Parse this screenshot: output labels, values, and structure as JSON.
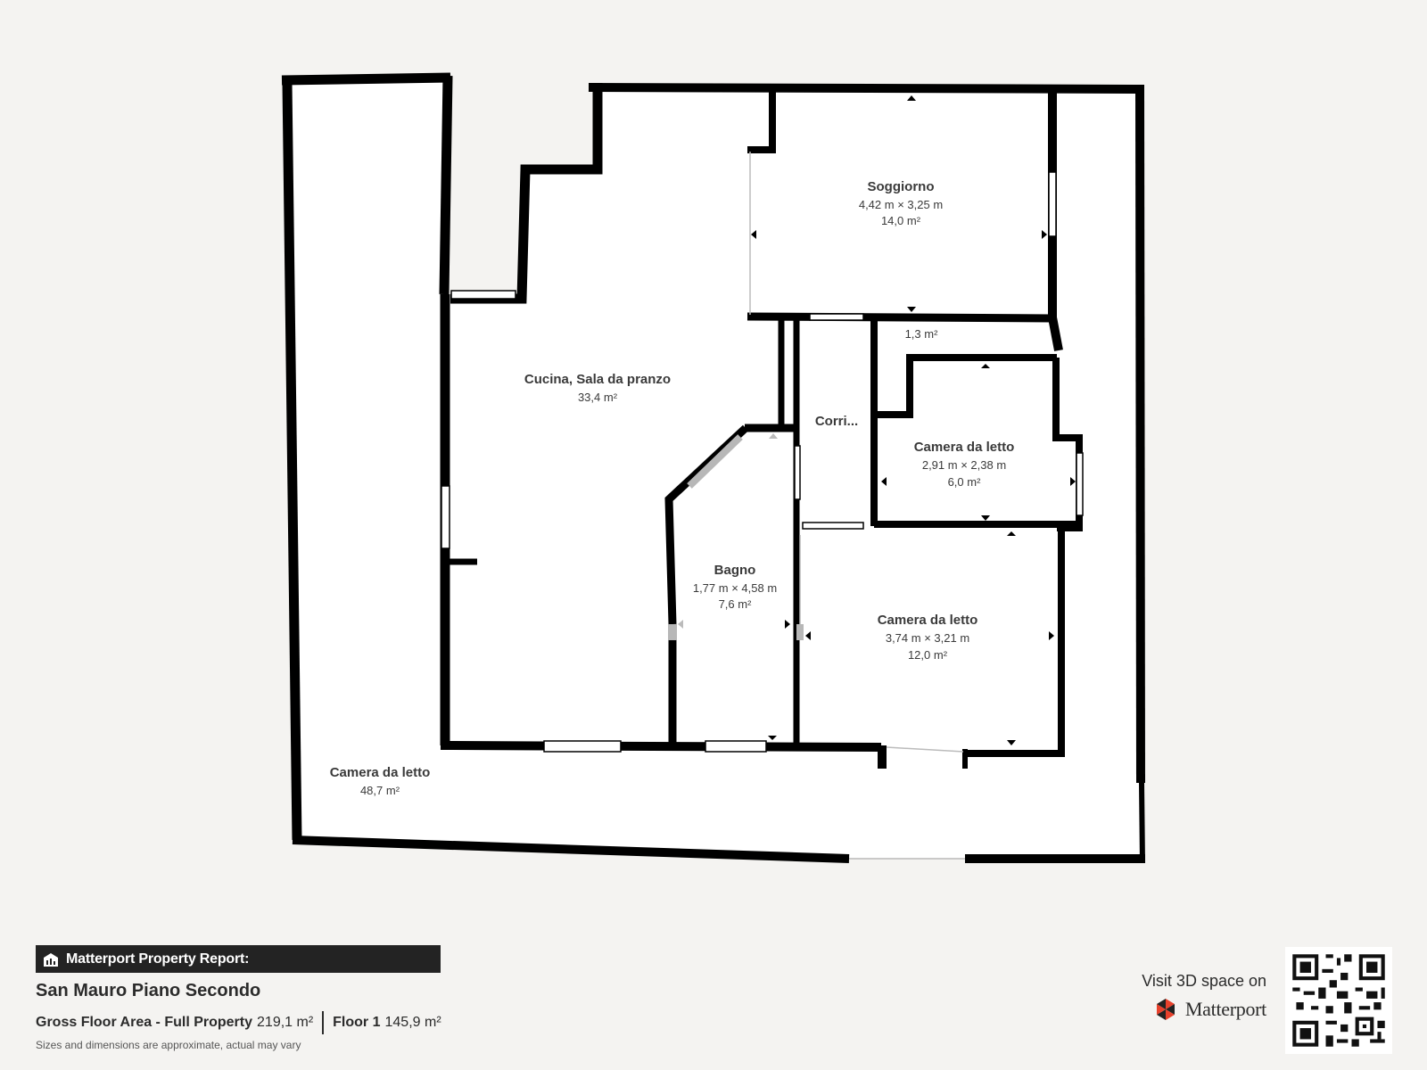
{
  "rooms": {
    "big_bedroom": {
      "name": "Camera da letto",
      "area": "48,7 m²"
    },
    "kitchen": {
      "name": "Cucina, Sala da pranzo",
      "area": "33,4 m²"
    },
    "living": {
      "name": "Soggiorno",
      "dims": "4,42 m × 3,25 m",
      "area": "14,0 m²"
    },
    "closet": {
      "area": "1,3 m²"
    },
    "corridor": {
      "name": "Corri..."
    },
    "bedroom_small": {
      "name": "Camera da letto",
      "dims": "2,91 m × 2,38 m",
      "area": "6,0 m²"
    },
    "bathroom": {
      "name": "Bagno",
      "dims": "1,77 m × 4,58 m",
      "area": "7,6 m²"
    },
    "bedroom_mid": {
      "name": "Camera da letto",
      "dims": "3,74 m × 3,21 m",
      "area": "12,0 m²"
    }
  },
  "report": {
    "label": "Matterport Property Report:",
    "property_name": "San Mauro Piano Secondo",
    "gross_label": "Gross Floor Area - Full Property",
    "gross_value": "219,1 m²",
    "floor_label": "Floor 1",
    "floor_value": "145,9 m²",
    "disclaimer": "Sizes and dimensions are approximate, actual may vary"
  },
  "cta": {
    "visit_text": "Visit 3D space on",
    "brand": "Matterport"
  },
  "colors": {
    "wall": "#000000",
    "background": "#f4f3f1",
    "panel": "#232323"
  }
}
